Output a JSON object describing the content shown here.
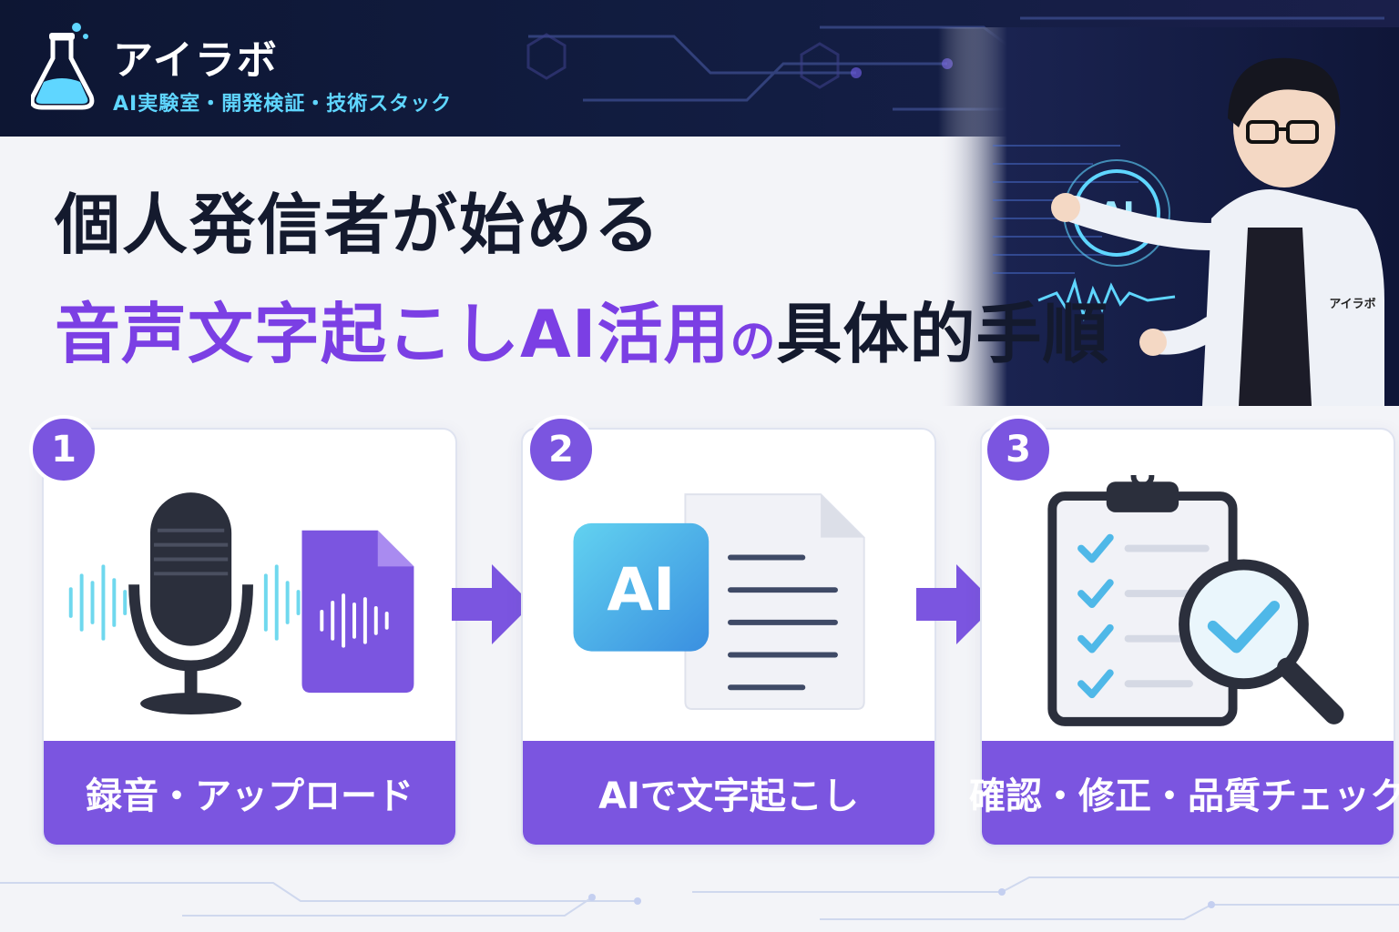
{
  "header": {
    "brand_name": "アイラボ",
    "tagline": "AI実験室・開発検証・技術スタック",
    "logo_icon": "flask-icon"
  },
  "title": {
    "line1": "個人発信者が始める",
    "line2_purple": "音声文字起こしAI活用",
    "line2_no": "の",
    "line2_dark": "具体的手順"
  },
  "hero": {
    "ai_badge": "AI",
    "coat_badge": "アイラボ"
  },
  "steps": [
    {
      "number": "1",
      "label": "録音・アップロード",
      "icon": "microphone-audio-file-icon"
    },
    {
      "number": "2",
      "label": "AIで文字起こし",
      "icon": "ai-document-icon",
      "icon_text": "AI"
    },
    {
      "number": "3",
      "label": "確認・修正・品質チェック",
      "icon": "clipboard-magnifier-icon"
    }
  ],
  "colors": {
    "accent_purple": "#7b55e0",
    "title_purple": "#7b3fe4",
    "cyan": "#5fd6ff",
    "header_bg": "#0d1633"
  }
}
